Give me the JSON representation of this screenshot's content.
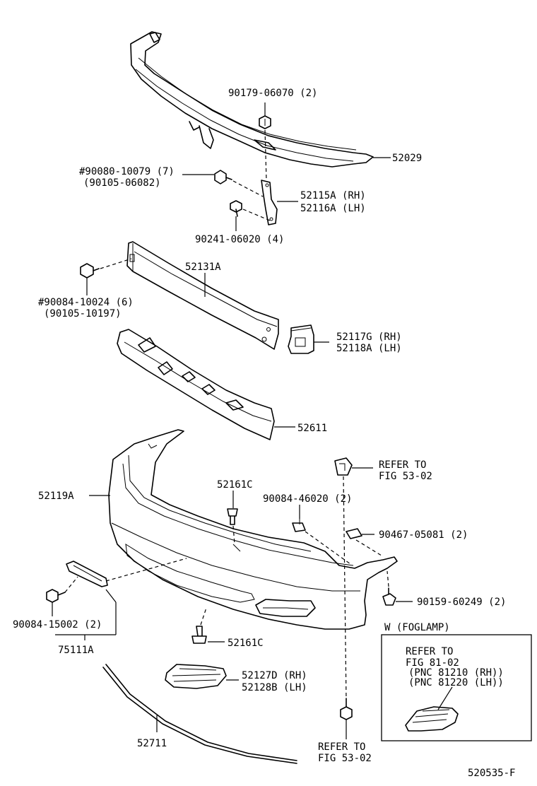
{
  "figure_id": "520535-F",
  "parts": {
    "reinforcement_top": "52029",
    "nut_top": "90179-06070 (2)",
    "bolt_bracket_primary": "#90080-10079 (7)",
    "bolt_bracket_alt": "(90105-06082)",
    "bracket_rh": "52115A (RH)",
    "bracket_lh": "52116A (LH)",
    "bolt_bracket_lower": "90241-06020 (4)",
    "reinforcement_bar": "52131A",
    "bolt_bar_primary": "#90084-10024 (6)",
    "bolt_bar_alt": "(90105-10197)",
    "stay_rh": "52117G (RH)",
    "stay_lh": "52118A (LH)",
    "absorber": "52611",
    "bumper_cover": "52119A",
    "clip_top": "52161C",
    "clip_bottom": "52161C",
    "nut_clip": "90084-46020 (2)",
    "clip_side": "90467-05081 (2)",
    "screw_side": "90159-60249 (2)",
    "screw_plate": "90084-15002 (2)",
    "license_bracket": "75111A",
    "cover_rh": "52127D (RH)",
    "cover_lh": "52128B (LH)",
    "moulding": "52711"
  },
  "refer_top": {
    "line1": "REFER TO",
    "line2": "FIG 53-02"
  },
  "refer_bottom": {
    "line1": "REFER TO",
    "line2": "FIG 53-02"
  },
  "foglamp_box": {
    "title": "W (FOGLAMP)",
    "line1": "REFER TO",
    "line2": "FIG 81-02",
    "line3": "(PNC 81210 (RH))",
    "line4": "(PNC 81220 (LH))"
  }
}
